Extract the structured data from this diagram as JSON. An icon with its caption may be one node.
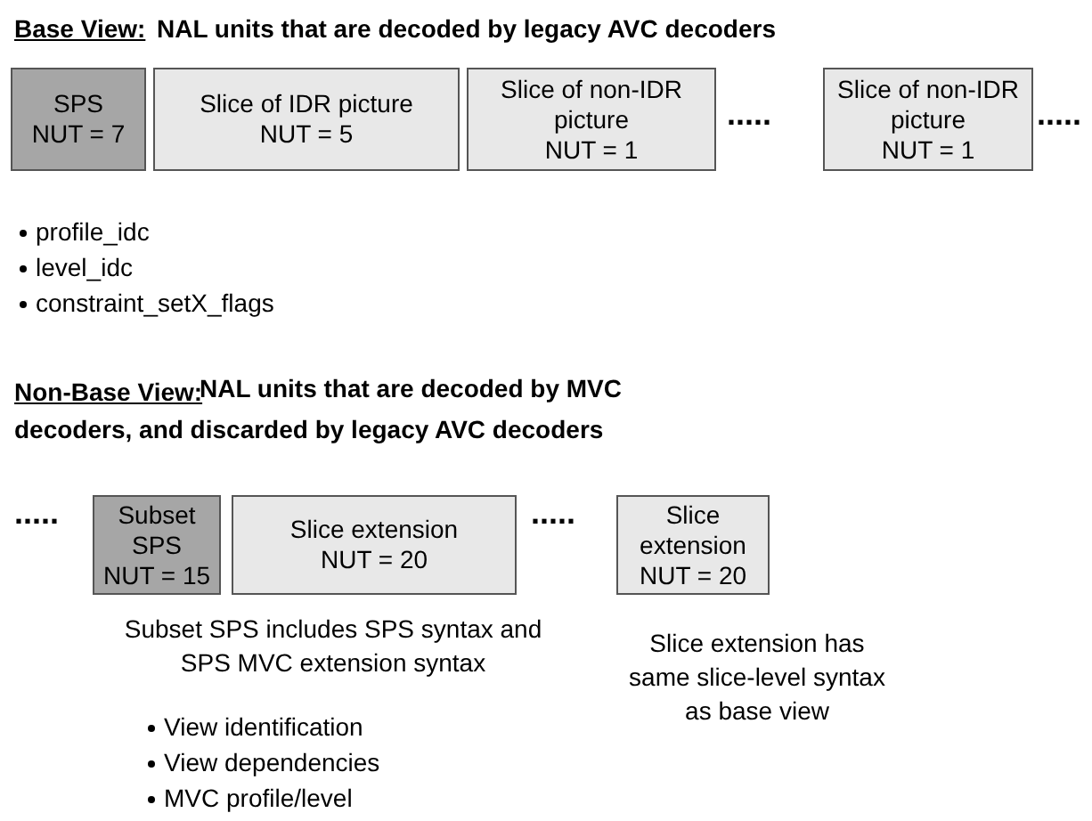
{
  "diagram": {
    "nodes": [
      {
        "text": [
          "SPS",
          "NUT = 7"
        ]
      },
      {
        "text": [
          "Slice of IDR picture",
          "NUT = 5"
        ]
      },
      {
        "text": [
          "Slice of non-IDR picture",
          "NUT = 1"
        ]
      },
      {
        "text": [
          "Slice of non-IDR picture",
          "NUT = 1"
        ]
      },
      {
        "text": [
          "Subset SPS",
          "NUT = 15"
        ]
      },
      {
        "text": [
          "Slice extension",
          "NUT = 20"
        ]
      },
      {
        "text": [
          "Slice extension",
          "NUT = 20"
        ]
      }
    ],
    "labels": [
      "Base View:",
      "NAL units that are decoded by legacy AVC decoders",
      ".....",
      ".....",
      "profile_idc",
      "level_idc",
      "constraint_setX_flags",
      "Non-Base View:",
      "NAL units that are decoded by MVC decoders, and discarded by legacy AVC decoders",
      ".....",
      ".....",
      "Subset SPS includes SPS syntax and SPS MVC extension syntax",
      "Slice extension has same slice-level syntax as base view",
      "View identification",
      "View dependencies",
      "MVC profile/level"
    ]
  }
}
